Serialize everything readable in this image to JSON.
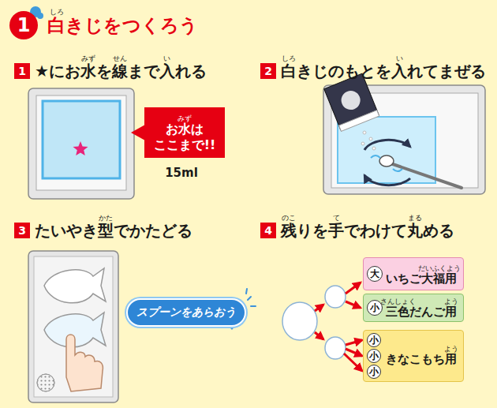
{
  "diagram": {
    "title": "白きじをつくろう",
    "nodes": [
      {
        "text": [
          "1"
        ]
      },
      {
        "text": [
          "1",
          "★にお水を線まで入れる"
        ]
      },
      {
        "text": [
          "お水は ここまで!!"
        ]
      },
      {
        "text": [
          "2",
          "白きじのもとを入れてまぜる"
        ]
      },
      {
        "text": [
          "3",
          "たいやき型でかたどる"
        ]
      },
      {
        "text": [
          "スプーンをあらおう"
        ]
      },
      {
        "text": [
          "4",
          "残りを手でわけて丸める"
        ]
      },
      {
        "text": [
          "いちご大福用"
        ]
      },
      {
        "text": [
          "大"
        ],
        "in": 7
      },
      {
        "text": [
          "三色だんご用"
        ]
      },
      {
        "text": [
          "小"
        ],
        "in": 9
      },
      {
        "text": [
          "きなこもち用"
        ]
      },
      {
        "text": [
          "小"
        ],
        "in": 11
      },
      {
        "text": [
          "小"
        ],
        "in": 11
      },
      {
        "text": [
          "小"
        ],
        "in": 11
      }
    ],
    "labels": [
      "しろ",
      "みず",
      "せん",
      "い",
      "みず",
      "15ml",
      "しろ",
      "い",
      "かた",
      "のこ",
      "て",
      "まる",
      "だいふくよう",
      "さんしょく",
      "よう",
      "よう"
    ]
  }
}
